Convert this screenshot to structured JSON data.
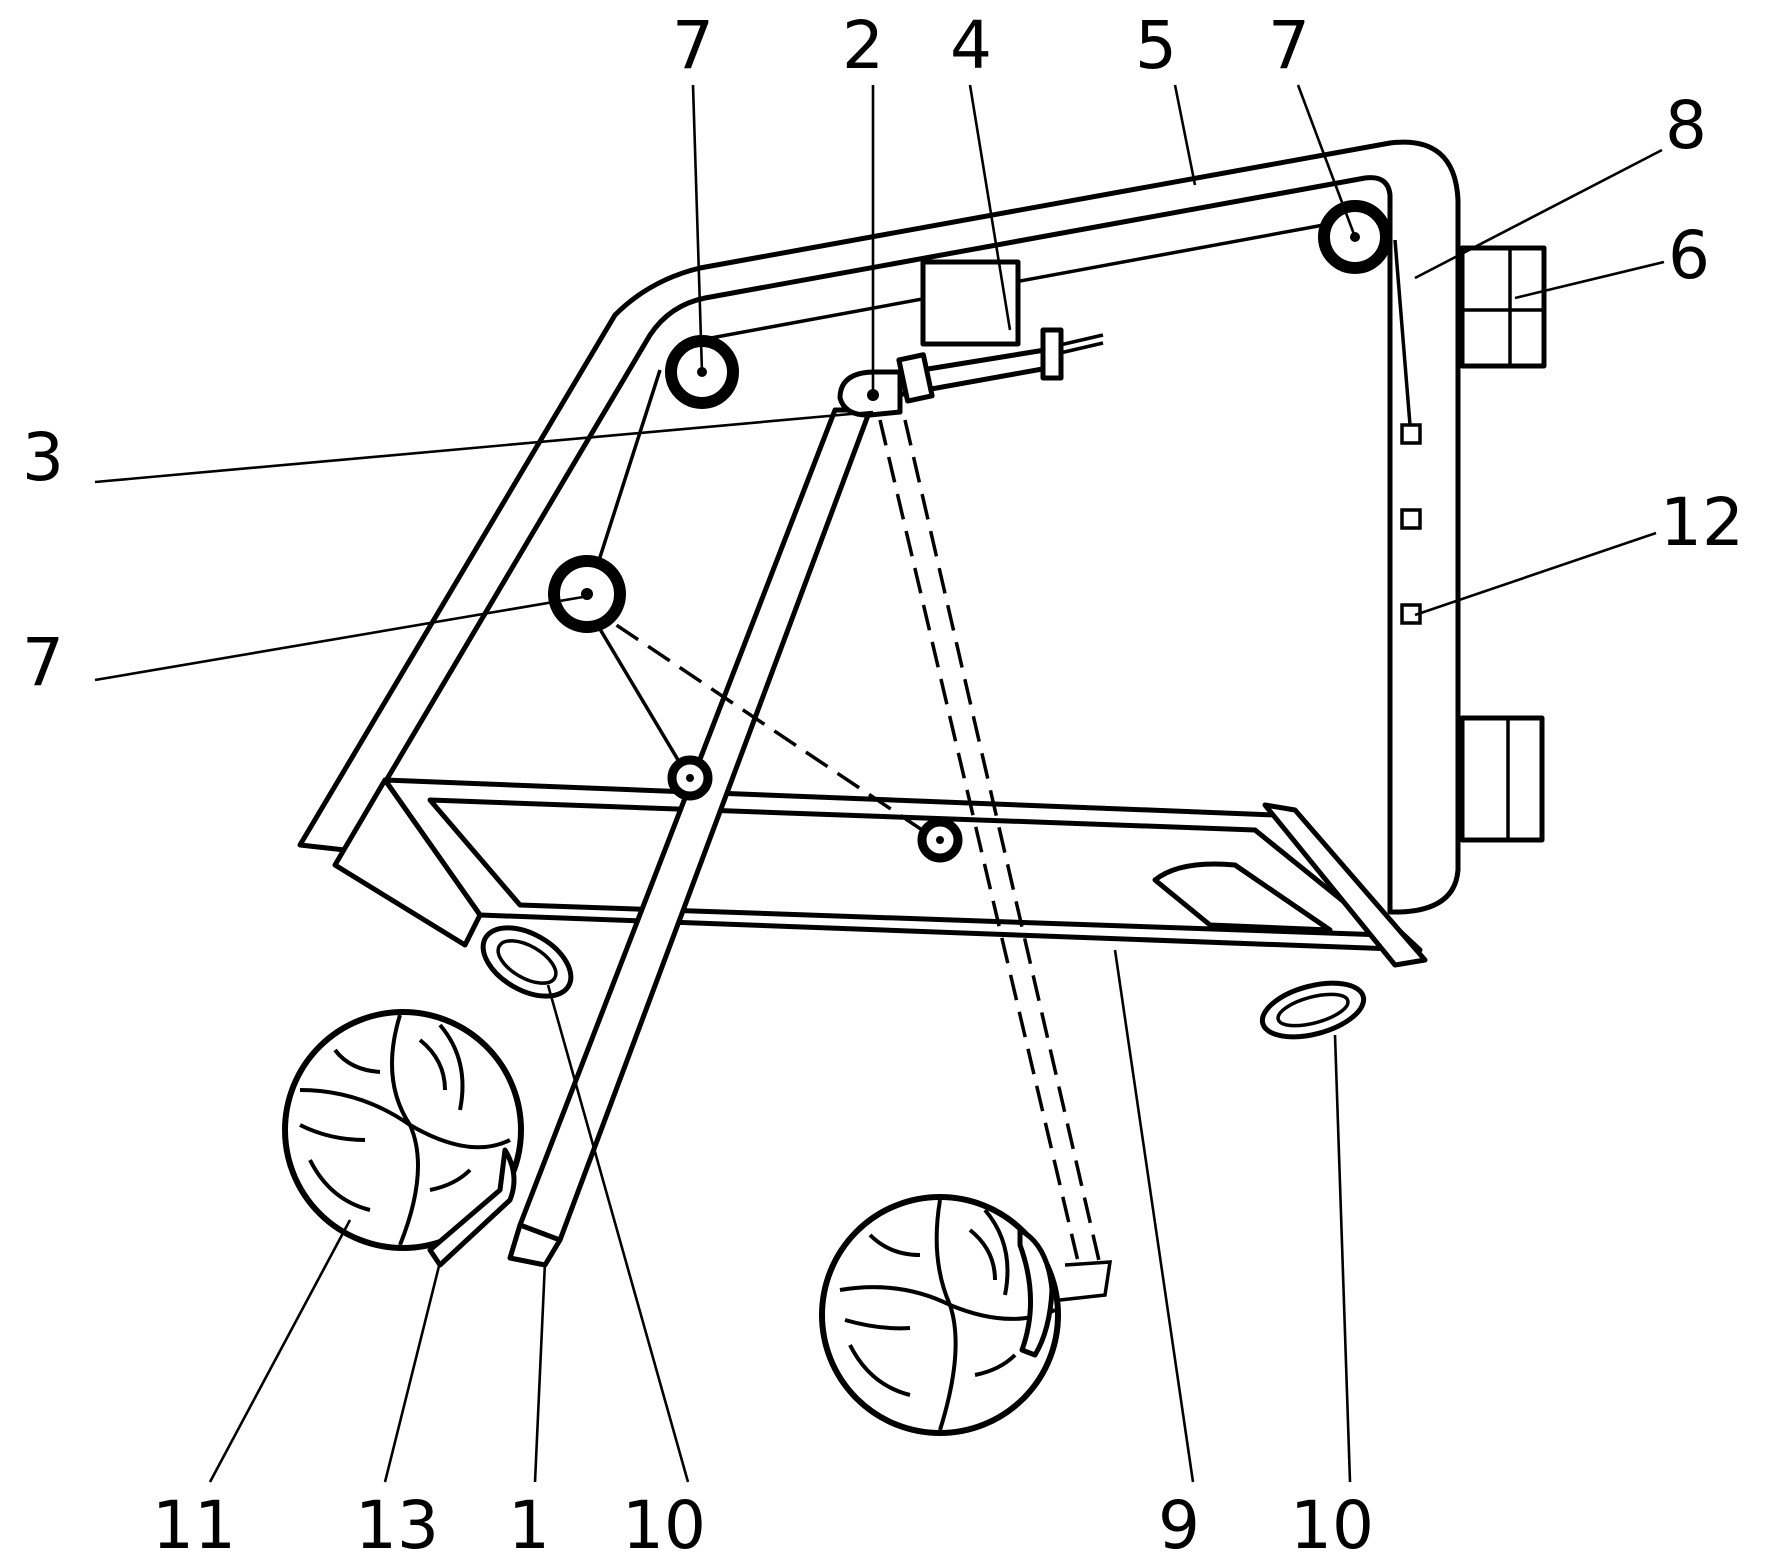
{
  "figure": {
    "labels": {
      "l1": "1",
      "l2": "2",
      "l3": "3",
      "l4": "4",
      "l5": "5",
      "l6": "6",
      "l7a": "7",
      "l7b": "7",
      "l7c": "7",
      "l8": "8",
      "l9": "9",
      "l10a": "10",
      "l10b": "10",
      "l11": "11",
      "l12": "12",
      "l13": "13"
    }
  }
}
